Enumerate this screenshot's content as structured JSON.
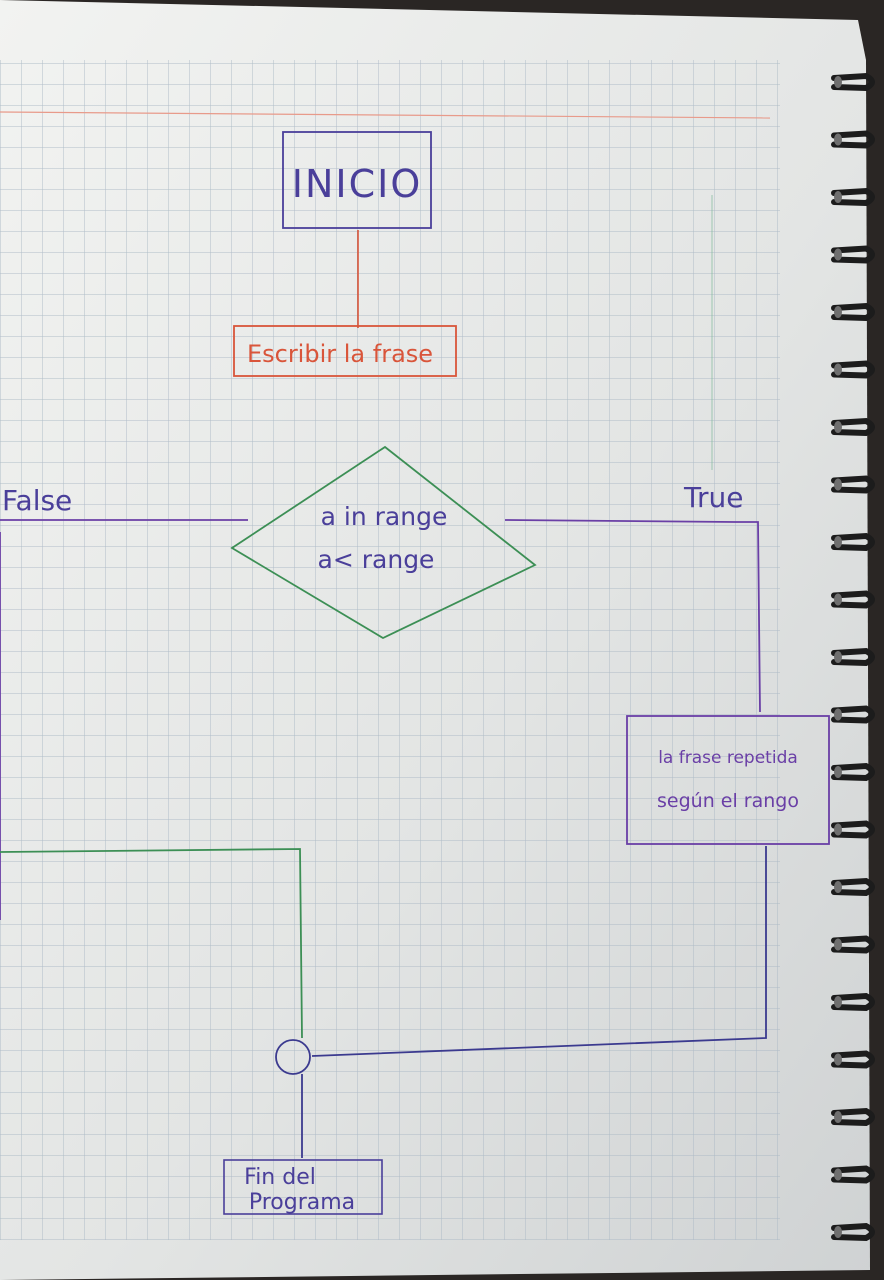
{
  "diagram": {
    "nodes": {
      "inicio": {
        "label": "INICIO",
        "shape": "rectangle",
        "color": "#4a3f9a"
      },
      "escribir": {
        "label": "Escribir la frase",
        "shape": "rectangle",
        "color": "#d9553a"
      },
      "decision": {
        "line1": "a in range",
        "line2": "a< range",
        "shape": "diamond",
        "color": "#3c8f55"
      },
      "repetir": {
        "line1": "la frase repetida",
        "line2": "según el rango",
        "shape": "rectangle",
        "color": "#6a3fa6"
      },
      "conector": {
        "shape": "circle",
        "color": "#3b3a8f"
      },
      "fin": {
        "line1": "Fin del",
        "line2": "Programa",
        "shape": "rectangle",
        "color": "#4a3f9a"
      }
    },
    "edges": {
      "false_label": "False",
      "true_label": "True"
    }
  },
  "colors": {
    "paper": "#e4e6e5",
    "grid": "#a9b7c4",
    "ink_blue": "#3b3a8f",
    "ink_purple": "#6a3fa6",
    "ink_green": "#3c8f55",
    "ink_orange": "#d9553a",
    "spiral": "#1c1c1c"
  }
}
